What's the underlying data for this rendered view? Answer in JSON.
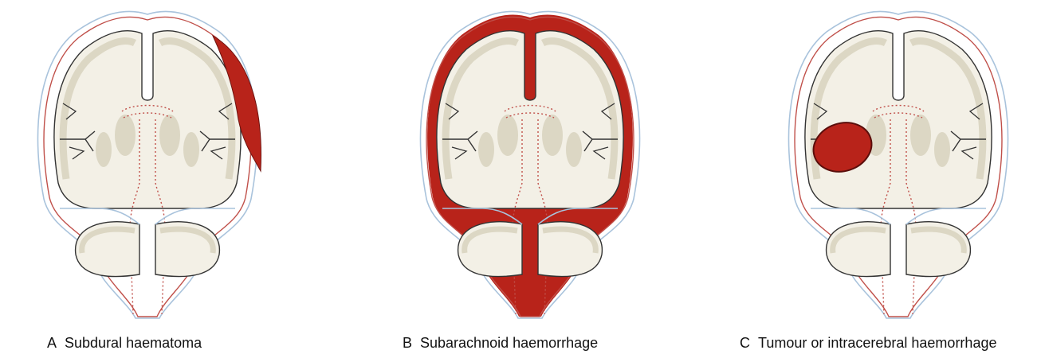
{
  "panels": [
    {
      "letter": "A",
      "caption": "Subdural haematoma"
    },
    {
      "letter": "B",
      "caption": "Subarachnoid haemorrhage"
    },
    {
      "letter": "C",
      "caption": "Tumour or intracerebral haemorrhage"
    }
  ],
  "colors": {
    "blood": "#b8231a",
    "brain_fill": "#f3f0e6",
    "grey_matter": "#dcd7c4",
    "dura_blue": "#a9c3dc",
    "pia_red": "#c0504a",
    "outline": "#333333"
  }
}
